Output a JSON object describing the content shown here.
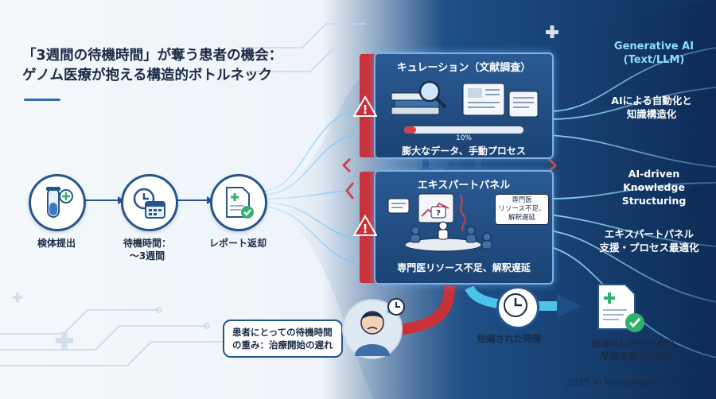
{
  "title": {
    "line1": "「3週間の待機時間」が奪う患者の機会：",
    "line2": "ゲノム医療が抱える構造的ボトルネック"
  },
  "steps": [
    {
      "label": "検体提出",
      "icon": "test-tube-icon"
    },
    {
      "label": "待機時間：\n～3週間",
      "icon": "clock-calendar-icon"
    },
    {
      "label": "レポート返却",
      "icon": "report-check-icon"
    }
  ],
  "curation_panel": {
    "title": "キュレーション（文献調査）",
    "progress_text": "10%",
    "progress_value": 0.1,
    "caption": "膨大なデータ、手動プロセス"
  },
  "expert_panel": {
    "title": "エキスパートパネル",
    "note": "専門医\nリソース不足、\n解釈遅延",
    "caption": "専門医リソース不足、解釈遅延"
  },
  "right_side": {
    "gen_ai": "Generative AI\n(Text/LLM)",
    "automation": "AIによる自動化と\n知識構造化",
    "structuring": "AI-driven\nKnowledge\nStructuring",
    "support": "エキスパートパネル\n支援・プロセス最適化"
  },
  "patient_bubble": "患者にとっての待機時間\nの重み：治療開始の遅れ",
  "shortened_label": "短縮された時間",
  "fast_return_label": "迅速なレポート返却：\n早期治療の可能性",
  "copyright": "2025 AI KnowledgeFlow ©",
  "colors": {
    "navy": "#24558e",
    "alert_red": "#c9313a",
    "glow": "#7fd8ff",
    "accent_green": "#2fb36b"
  }
}
